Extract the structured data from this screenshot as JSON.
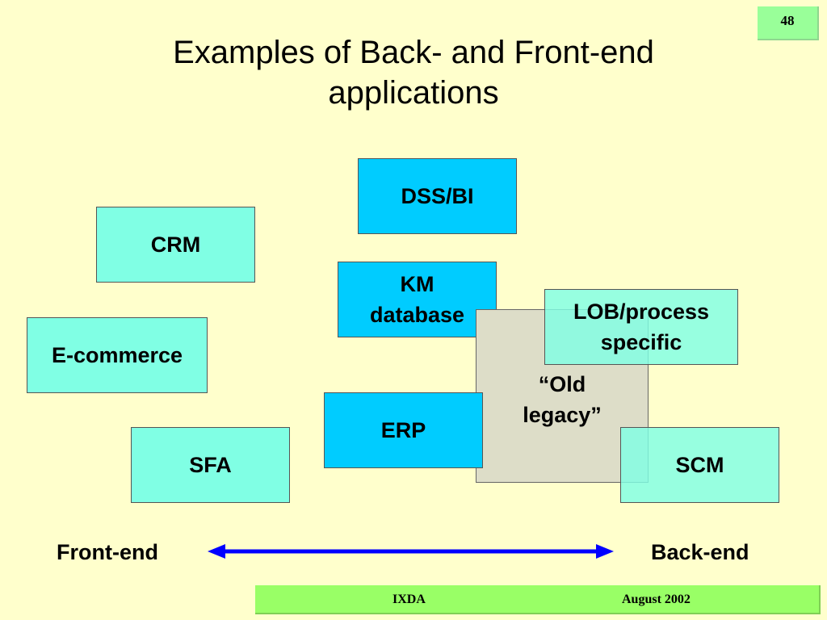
{
  "page_number": "48",
  "title_line1": "Examples of Back- and Front-end",
  "title_line2": "applications",
  "boxes": {
    "dss_bi": "DSS/BI",
    "crm": "CRM",
    "km_line1": "KM",
    "km_line2": "database",
    "legacy_line1": "“Old",
    "legacy_line2": "legacy”",
    "lob_line1": "LOB/process",
    "lob_line2": "specific",
    "ecommerce": "E-commerce",
    "erp": "ERP",
    "sfa": "SFA",
    "scm": "SCM"
  },
  "axis": {
    "left_label": "Front-end",
    "right_label": "Back-end",
    "arrow_color": "#0000ff"
  },
  "colors": {
    "background": "#ffffcc",
    "front_end_box": "#80ffe4",
    "back_end_box": "#00ccff",
    "legacy_box": "#ddddc8",
    "footer": "#99ff66",
    "page_number": "#99ff99"
  },
  "footer": {
    "left": "IXDA",
    "right": "August 2002"
  }
}
